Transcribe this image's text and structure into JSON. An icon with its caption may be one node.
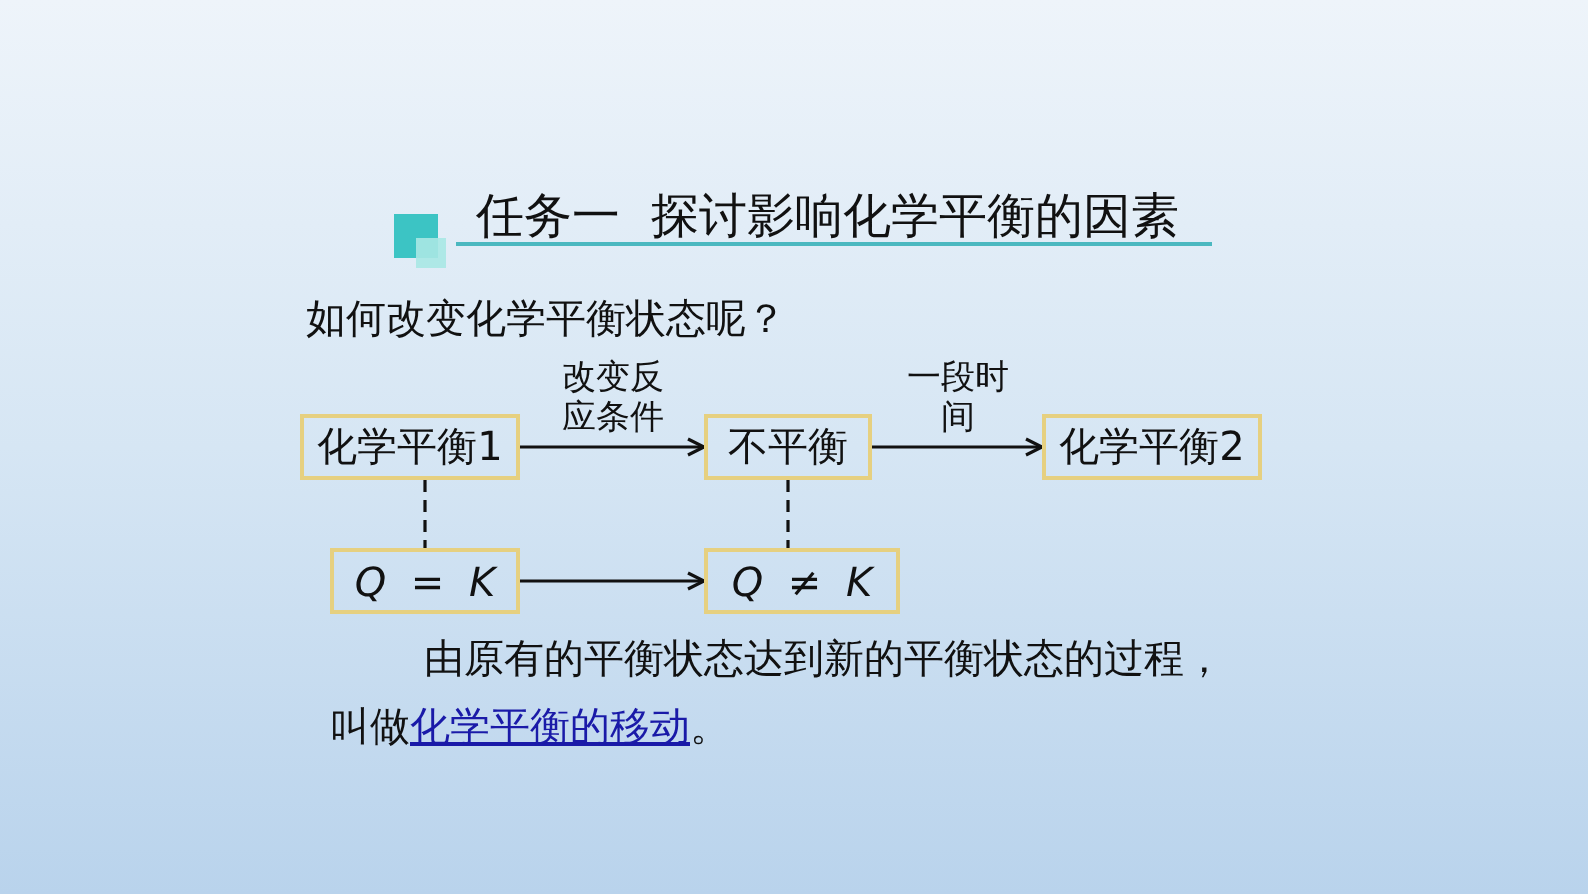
{
  "diagram": {
    "title": "任务一  探讨影响化学平衡的因素",
    "nodes": [
      {
        "text": [
          "化学平衡1"
        ]
      },
      {
        "text": [
          "不平衡"
        ]
      },
      {
        "text": [
          "化学平衡2"
        ]
      },
      {
        "text": [
          "Q = K"
        ]
      },
      {
        "text": [
          "Q ≠ K"
        ]
      }
    ],
    "edges": [
      {
        "from": 0,
        "to": 1,
        "arrow": "to",
        "label": "改变反应条件"
      },
      {
        "from": 1,
        "to": 2,
        "arrow": "to",
        "label": "一段时间"
      },
      {
        "from": 0,
        "to": 3,
        "arrow": "none",
        "style": "dashed"
      },
      {
        "from": 1,
        "to": 4,
        "arrow": "none",
        "style": "dashed"
      },
      {
        "from": 3,
        "to": 4,
        "arrow": "to"
      }
    ],
    "labels": [
      "如何改变化学平衡状态呢？",
      "由原有的平衡状态达到新的平衡状态的过程，",
      "叫做",
      "化学平衡的移动",
      "。"
    ]
  }
}
